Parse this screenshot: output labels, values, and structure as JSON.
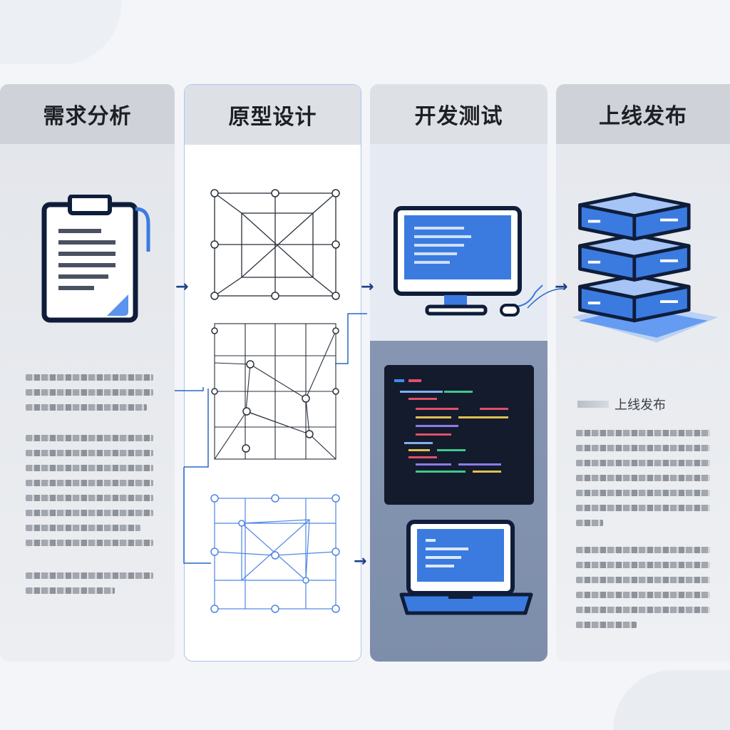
{
  "stages": [
    {
      "title": "需求分析"
    },
    {
      "title": "原型设计"
    },
    {
      "title": "开发测试"
    },
    {
      "title": "上线发布",
      "subheading": "上线发布"
    }
  ],
  "colors": {
    "accent": "#3b7be0",
    "dark": "#0f1d3a",
    "panel": "#d9dde3",
    "code_bg": "#141b2d"
  }
}
